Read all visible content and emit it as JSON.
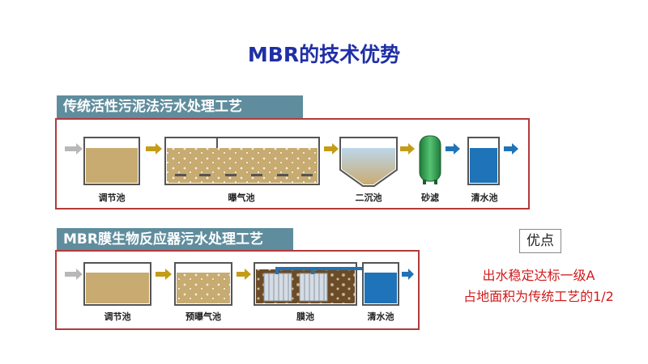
{
  "title": "MBR的技术优势",
  "traditional": {
    "header": "传统活性污泥法污水处理工艺",
    "stages": [
      "调节池",
      "曝气池",
      "二沉池",
      "砂滤",
      "清水池"
    ]
  },
  "mbr": {
    "header": "MBR膜生物反应器污水处理工艺",
    "stages": [
      "调节池",
      "预曝气池",
      "膜池",
      "清水池"
    ]
  },
  "advantages": {
    "title": "优点",
    "items": [
      "出水稳定达标一级A",
      "占地面积为传统工艺的1/2"
    ]
  },
  "colors": {
    "title": "#1f2fa6",
    "header_bg": "#5f8d9d",
    "border": "#b33a3a",
    "sludge": "#c7ab70",
    "clear_water": "#1f73b8",
    "filter": "#2f9a4c",
    "arrow": "#c59c18",
    "arrow_in": "#b8b8b8",
    "arrow_out": "#1f73b8",
    "advantage_text": "#d11a1a"
  }
}
